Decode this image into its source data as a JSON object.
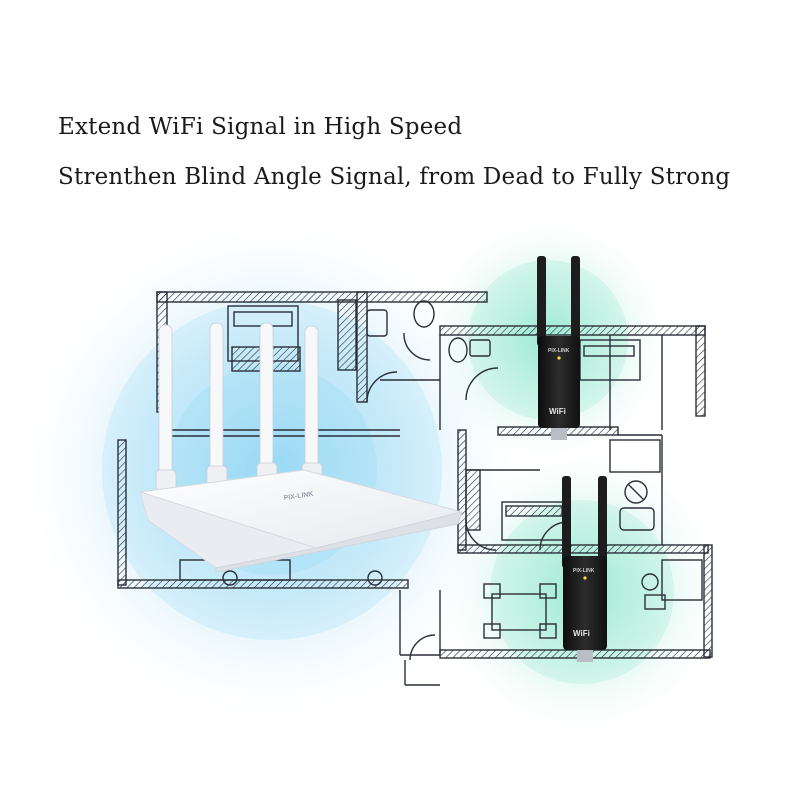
{
  "headline": {
    "line1": "Extend WiFi Signal in High Speed",
    "line2": "Strenthen Blind Angle Signal, from Dead to Fully Strong"
  },
  "router": {
    "brand_text": "PIX-LINK",
    "body_color": "#f4f5f7",
    "antenna_count": 4
  },
  "extenders": [
    {
      "brand_text": "PIX-LINK",
      "badge_text": "WiFi",
      "body_color": "#1b1b1b"
    },
    {
      "brand_text": "PIX-LINK",
      "badge_text": "WiFi",
      "body_color": "#1b1b1b"
    }
  ],
  "colors": {
    "router_signal": "#5cc2ef",
    "extender_signal": "#56d9b3",
    "floorplan_line": "#2a2f38"
  }
}
